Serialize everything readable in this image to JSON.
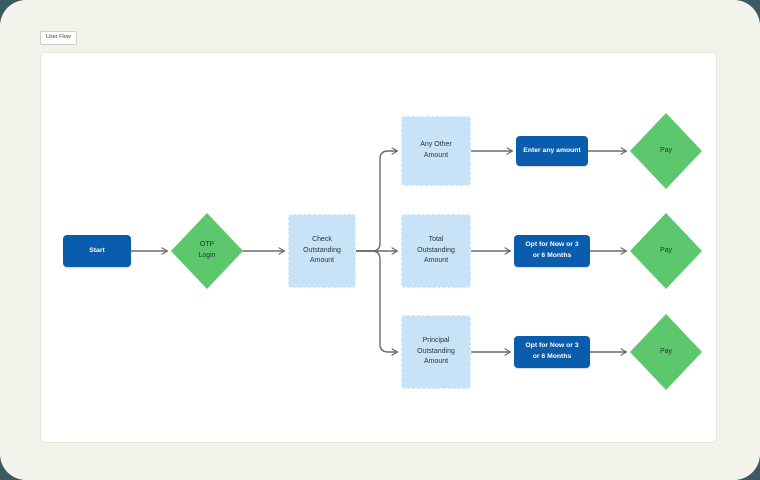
{
  "window": {
    "tab_label": "User Flow"
  },
  "colors": {
    "backdrop": "#3d5a62",
    "page_background": "#f2f4ec",
    "canvas_background": "#ffffff",
    "primary_node_fill": "#0a5cac",
    "primary_node_text": "#ffffff",
    "step_node_fill": "#c8e3f7",
    "decision_node_fill": "#5cc76d",
    "node_text": "#29343c",
    "connector": "#6b6b6b"
  },
  "nodes": {
    "start": {
      "type": "action",
      "label": "Start"
    },
    "otp_login": {
      "type": "decision",
      "label": "OTP\nLogin"
    },
    "check_outstanding": {
      "type": "step",
      "label": "Check\nOutstanding\nAmount"
    },
    "any_other_amount": {
      "type": "step",
      "label": "Any Other\nAmount"
    },
    "total_outstanding": {
      "type": "step",
      "label": "Total\nOutstanding\nAmount"
    },
    "principal_outstanding": {
      "type": "step",
      "label": "Principal\nOutstanding\nAmount"
    },
    "enter_any_amount": {
      "type": "action",
      "label": "Enter any amount"
    },
    "opt_total": {
      "type": "action",
      "label": "Opt for Now or 3\nor 6 Months"
    },
    "opt_principal": {
      "type": "action",
      "label": "Opt for Now or 3\nor 6 Months"
    },
    "pay_top": {
      "type": "decision",
      "label": "Pay"
    },
    "pay_middle": {
      "type": "decision",
      "label": "Pay"
    },
    "pay_bottom": {
      "type": "decision",
      "label": "Pay"
    }
  },
  "edges": [
    {
      "from": "start",
      "to": "otp_login"
    },
    {
      "from": "otp_login",
      "to": "check_outstanding"
    },
    {
      "from": "check_outstanding",
      "to": "any_other_amount"
    },
    {
      "from": "check_outstanding",
      "to": "total_outstanding"
    },
    {
      "from": "check_outstanding",
      "to": "principal_outstanding"
    },
    {
      "from": "any_other_amount",
      "to": "enter_any_amount"
    },
    {
      "from": "total_outstanding",
      "to": "opt_total"
    },
    {
      "from": "principal_outstanding",
      "to": "opt_principal"
    },
    {
      "from": "enter_any_amount",
      "to": "pay_top"
    },
    {
      "from": "opt_total",
      "to": "pay_middle"
    },
    {
      "from": "opt_principal",
      "to": "pay_bottom"
    }
  ]
}
